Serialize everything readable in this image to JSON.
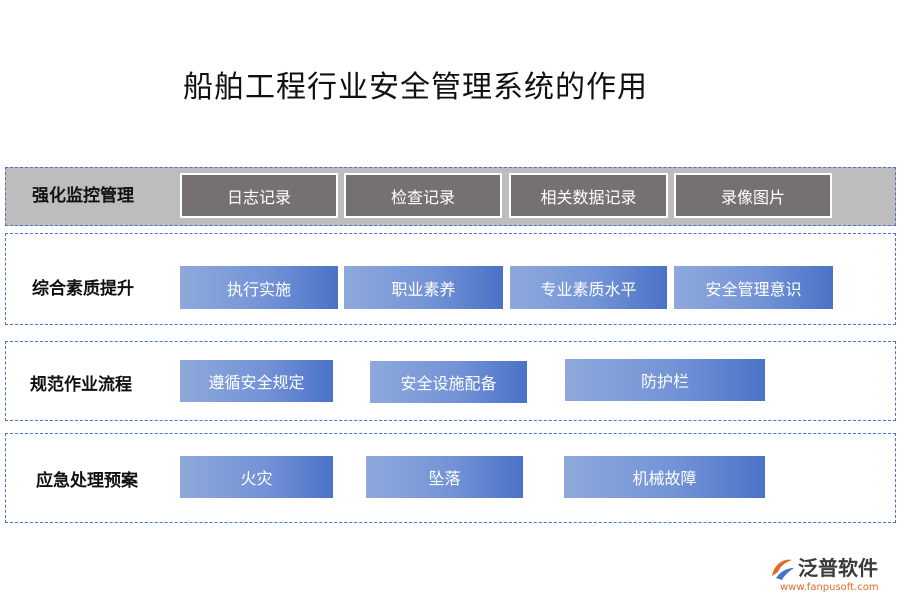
{
  "title": "船舶工程行业安全管理系统的作用",
  "rows": [
    {
      "label": "强化监控管理",
      "items": [
        "日志记录",
        "检查记录",
        "相关数据记录",
        "录像图片"
      ]
    },
    {
      "label": "综合素质提升",
      "items": [
        "执行实施",
        "职业素养",
        "专业素质水平",
        "安全管理意识"
      ]
    },
    {
      "label": "规范作业流程",
      "items": [
        "遵循安全规定",
        "安全设施配备",
        "防护栏"
      ]
    },
    {
      "label": "应急处理预案",
      "items": [
        "火灾",
        "坠落",
        "机械故障"
      ]
    }
  ],
  "logo": {
    "name": "泛普软件",
    "url": "www.fanpusoft.com"
  }
}
